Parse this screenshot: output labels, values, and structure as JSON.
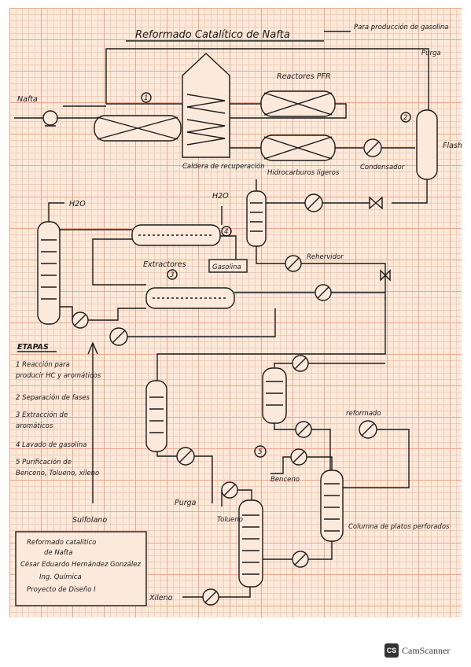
{
  "title": "Reformado Catalítico de Nafta",
  "top_note": "Para producción de gasolina",
  "purge_top": "Purga",
  "feed": "Nafta",
  "marks": [
    "1",
    "2",
    "3",
    "4",
    "5"
  ],
  "boiler": "Caldera de recuperación",
  "reactors": "Reactores PFR",
  "condenser": "Condensador",
  "flash": "Flash",
  "light_hc": "Hidrocarburos ligeros",
  "water": "H2O",
  "water2": "H2O",
  "extractors": "Extractores",
  "gasoline": "Gasolina",
  "reboiler": "Rehervidor",
  "stages_title": "ETAPAS",
  "stages": [
    "1 Reacción para",
    "producir HC y aromáticos",
    "2 Separación de fases",
    "3 Extracción de",
    "aromáticos",
    "4 Lavado de gasolina",
    "5 Purificación de",
    "Benceno, Tolueno, xileno"
  ],
  "sulfolane": "Sulfolano",
  "purge_bottom": "Purga",
  "reformate": "reformado",
  "benzene": "Benceno",
  "toluene": "Tolueno",
  "xylene": "Xileno",
  "column_label": "Columna de platos perforados",
  "info_box": [
    "Reformado catalítico",
    "de Nafta",
    "César Eduardo Hernández González",
    "Ing. Química",
    "Proyecto de Diseño I"
  ],
  "watermark": "CamScanner",
  "watermark_badge": "CS"
}
